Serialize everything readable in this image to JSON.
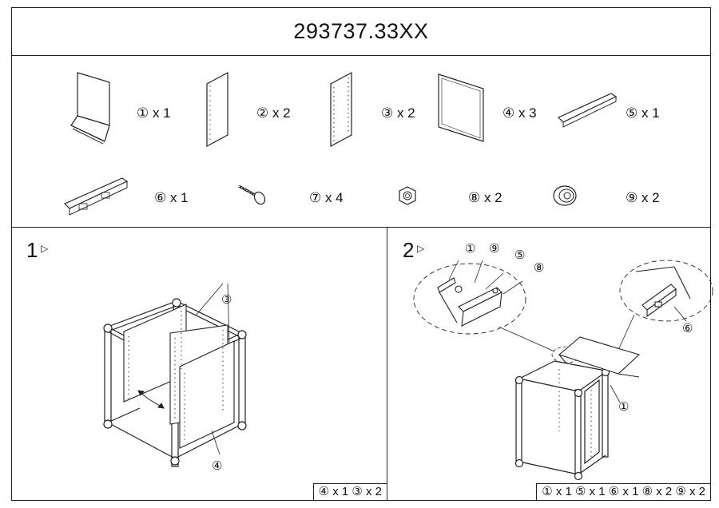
{
  "title": "293737.33XX",
  "parts": [
    {
      "label": "① x 1",
      "icon": "back-panel-with-shelf-icon"
    },
    {
      "label": "② x 2",
      "icon": "side-panel-icon"
    },
    {
      "label": "③ x 2",
      "icon": "perforated-side-panel-icon"
    },
    {
      "label": "④ x 3",
      "icon": "square-panel-icon"
    },
    {
      "label": "⑤ x 1",
      "icon": "long-rail-icon"
    },
    {
      "label": "⑥ x 1",
      "icon": "bracket-rail-icon"
    },
    {
      "label": "⑦ x 4",
      "icon": "screw-icon"
    },
    {
      "label": "⑧ x 2",
      "icon": "nut-icon"
    },
    {
      "label": "⑨ x 2",
      "icon": "washer-icon"
    }
  ],
  "step1": {
    "number": "1",
    "arrow": "▷",
    "callouts": [
      "③",
      "④"
    ],
    "summary": "④ x 1 ③ x 2"
  },
  "step2": {
    "number": "2",
    "arrow": "▷",
    "callouts": [
      "①",
      "⑨",
      "⑤",
      "⑧",
      "⑥",
      "①"
    ],
    "summary": "① x 1 ⑤ x 1 ⑥ x 1 ⑧ x 2 ⑨ x 2"
  }
}
